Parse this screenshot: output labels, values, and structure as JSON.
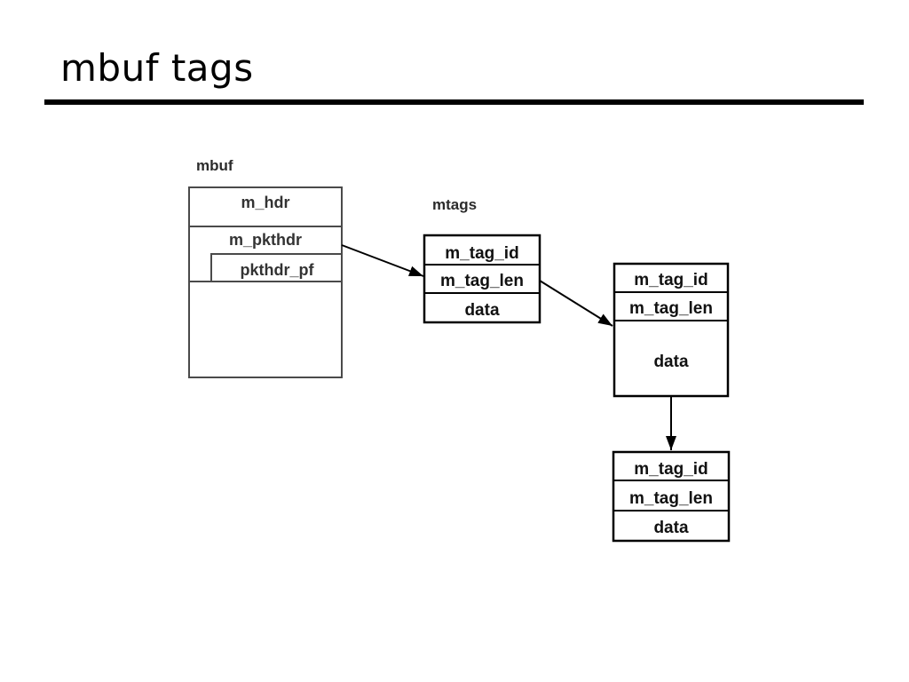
{
  "title": "mbuf tags",
  "diagram": {
    "mbuf": {
      "label": "mbuf",
      "row_m_hdr": "m_hdr",
      "row_m_pkthdr": "m_pkthdr",
      "row_pkthdr_pf": "pkthdr_pf"
    },
    "mtags": {
      "label": "mtags",
      "node1": {
        "row1": "m_tag_id",
        "row2": "m_tag_len",
        "row3": "data"
      },
      "node2": {
        "row1": "m_tag_id",
        "row2": "m_tag_len",
        "row3": "data"
      },
      "node3": {
        "row1": "m_tag_id",
        "row2": "m_tag_len",
        "row3": "data"
      }
    },
    "colors": {
      "mbuf_border": "#4a4a4a",
      "mtag_border": "#000000",
      "arrow": "#000000",
      "title_rule": "#000000",
      "background": "#ffffff"
    }
  }
}
